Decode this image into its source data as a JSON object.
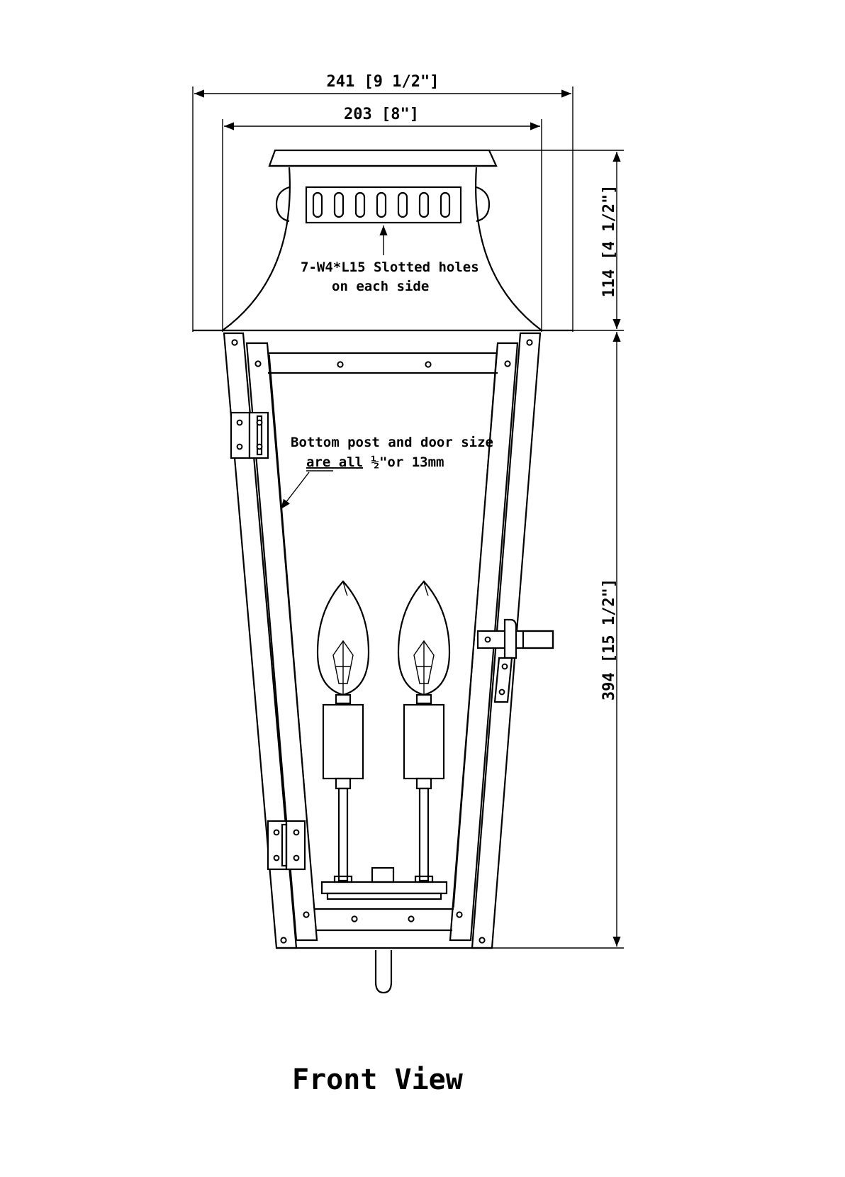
{
  "dimensions": {
    "overall_width": "241 [9 1/2\"]",
    "inner_width": "203 [8\"]",
    "top_height": "114 [4 1/2\"]",
    "body_height": "394 [15 1/2\"]"
  },
  "notes": {
    "slots_line1": "7-W4*L15 Slotted holes",
    "slots_line2": "on each side",
    "post_line1": "Bottom post and door size",
    "post_line2_underlined": "are all",
    "post_line2_rest": " ½\"or 13mm"
  },
  "caption": "Front View"
}
